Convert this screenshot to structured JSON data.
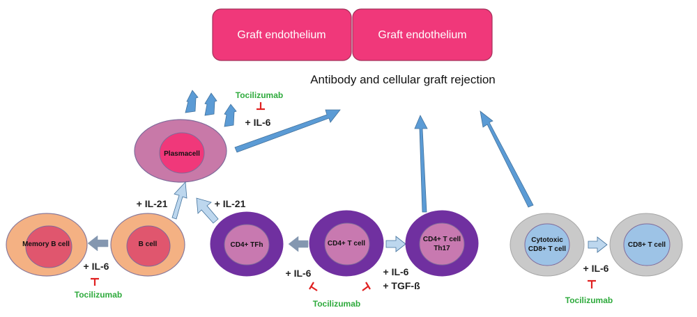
{
  "boxes": {
    "left": "Graft endothelium",
    "right": "Graft endothelium"
  },
  "headline": "Antibody and cellular graft  rejection",
  "cells": {
    "plasma": "Plasmacell",
    "memory_b": "Memory B cell",
    "b_cell": "B cell",
    "cd4_tfh": "CD4+ TFh",
    "cd4_t": "CD4+ T cell",
    "cd4_th17_line1": "CD4+ T cell",
    "cd4_th17_line2": "Th17",
    "cytotoxic_line1": "Cytotoxic",
    "cytotoxic_line2": "CD8+ T cell",
    "cd8_t": "CD8+ T cell"
  },
  "factors": {
    "il6_plasma": "+ IL-6",
    "il21_b": "+ IL-21",
    "il21_tfh": "+ IL-21",
    "il6_memory": "+ IL-6",
    "il6_tfh": "+ IL-6",
    "il6_th17": "+ IL-6",
    "tgfb_th17": "+ TGF-ß",
    "il6_cd8": "+ IL-6"
  },
  "drugs": {
    "plasma": "Tocilizumab",
    "memory": "Tocilizumab",
    "cd4": "Tocilizumab",
    "cd8": "Tocilizumab"
  },
  "colors": {
    "box_fill": "#f0387a",
    "plasma_outer": "#c879a8",
    "plasma_inner": "#f0387a",
    "b_outer": "#f4b183",
    "b_inner": "#e0566e",
    "cd4_outer": "#7030a0",
    "cd4_inner": "#c879b0",
    "cd8_outer": "#c9c9c9",
    "cd8_inner": "#9dc3e6",
    "arrow_dark": "#5b9bd5",
    "arrow_light": "#bdd7ee",
    "arrow_grey": "#8497b0",
    "inhibit": "#e02020",
    "drug_text": "#2eaa3c"
  }
}
